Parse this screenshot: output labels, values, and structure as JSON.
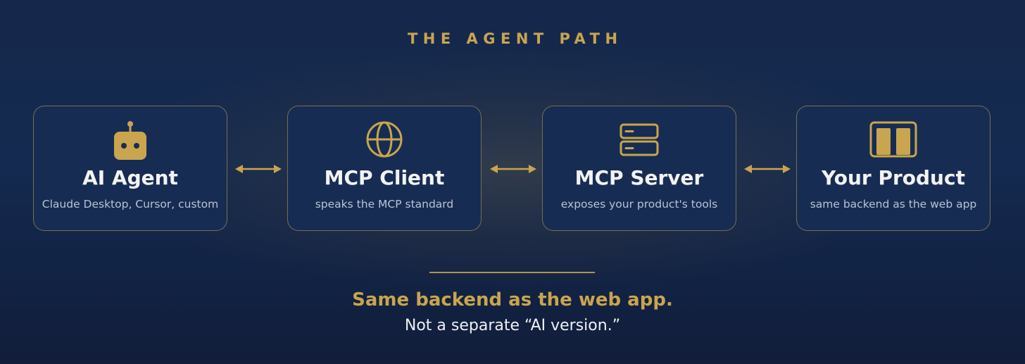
{
  "heading": "THE AGENT PATH",
  "nodes": [
    {
      "icon": "robot-icon",
      "title": "AI Agent",
      "subtitle": "Claude Desktop, Cursor, custom"
    },
    {
      "icon": "globe-icon",
      "title": "MCP Client",
      "subtitle": "speaks the MCP standard"
    },
    {
      "icon": "server-icon",
      "title": "MCP Server",
      "subtitle": "exposes your product's tools"
    },
    {
      "icon": "product-icon",
      "title": "Your Product",
      "subtitle": "same backend as the web app"
    }
  ],
  "connectors": [
    "bidirectional",
    "bidirectional",
    "bidirectional"
  ],
  "footer": {
    "headline": "Same backend as the web app.",
    "subline": "Not a separate “AI version.”"
  },
  "colors": {
    "accent": "#c8a54e",
    "background": "#142a50",
    "card": "#172c53",
    "title": "#f3f3f3",
    "subtitle": "#b9c2d4"
  }
}
